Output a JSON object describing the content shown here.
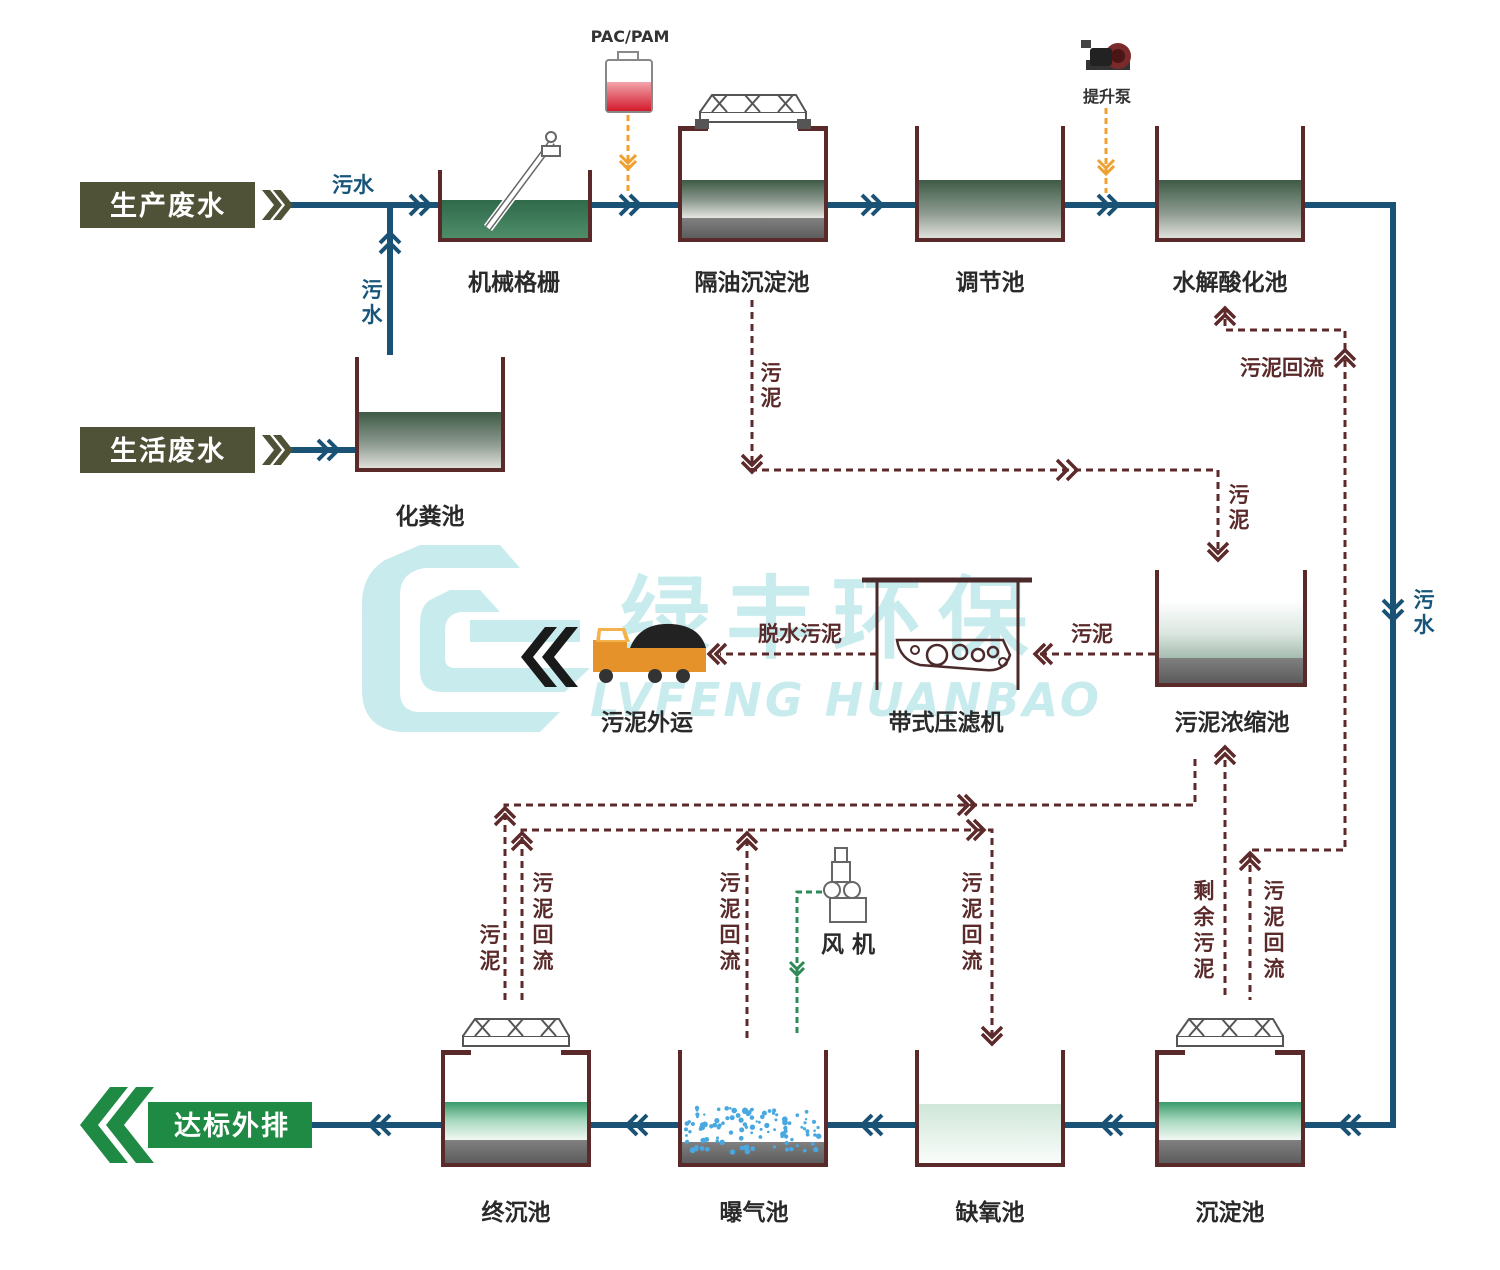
{
  "inputs": {
    "production": "生产废水",
    "domestic": "生活废水"
  },
  "output": {
    "discharge": "达标外排"
  },
  "tanks": {
    "screen": "机械格栅",
    "oil_sed": "隔油沉淀池",
    "equal": "调节池",
    "hydro": "水解酸化池",
    "septic": "化粪池",
    "thick": "污泥浓缩池",
    "press": "带式压滤机",
    "truck": "污泥外运",
    "final": "终沉池",
    "aer": "曝气池",
    "anox": "缺氧池",
    "sed": "沉淀池"
  },
  "dosing": {
    "chem": "PAC/PAM",
    "pump": "提升泵",
    "blower": "风 机"
  },
  "flows": {
    "sewage_h": "污水",
    "sewage_v1": "污",
    "sewage_v2": "水",
    "sludge_v1": "污",
    "sludge_v2": "泥",
    "sludge_h": "污泥",
    "dewatered": "脱水污泥",
    "return_h": "污泥回流",
    "ret1": "污",
    "ret2": "泥",
    "ret3": "回",
    "ret4": "流",
    "excess1": "剩",
    "excess2": "余",
    "excess3": "污",
    "excess4": "泥"
  },
  "watermark": {
    "cn": "绿丰环保",
    "en": "LVFENG HUANBAO"
  },
  "colors": {
    "pipe_blue": "#1a5276",
    "sludge_brown": "#5c2a2a",
    "tank_border": "#5a2a2a",
    "orange": "#f0a030",
    "green_air": "#2e8b57",
    "tag_olive": "#4f5237",
    "tag_green": "#1e8a43",
    "watermark": "#bfe8ea"
  }
}
